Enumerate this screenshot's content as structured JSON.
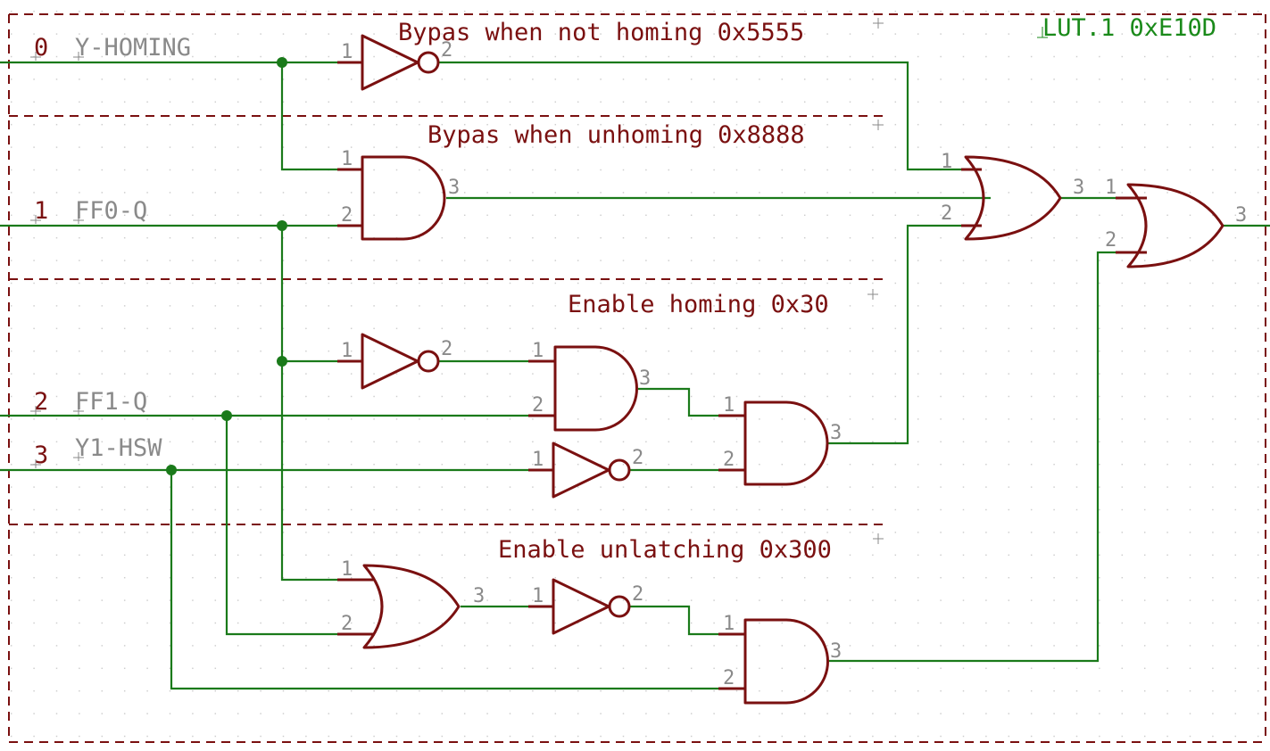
{
  "lut_label": "LUT.1 0xE10D",
  "sections": {
    "bypass_not_homing": "Bypas when not homing 0x5555",
    "bypass_unhoming": "Bypas when unhoming 0x8888",
    "enable_homing": "Enable homing 0x30",
    "enable_unlatching": "Enable unlatching 0x300"
  },
  "inputs": [
    {
      "num": "0",
      "name": "Y-HOMING"
    },
    {
      "num": "1",
      "name": "FF0-Q"
    },
    {
      "num": "2",
      "name": "FF1-Q"
    },
    {
      "num": "3",
      "name": "Y1-HSW"
    }
  ],
  "pins": {
    "p1": "1",
    "p2": "2",
    "p3": "3"
  }
}
